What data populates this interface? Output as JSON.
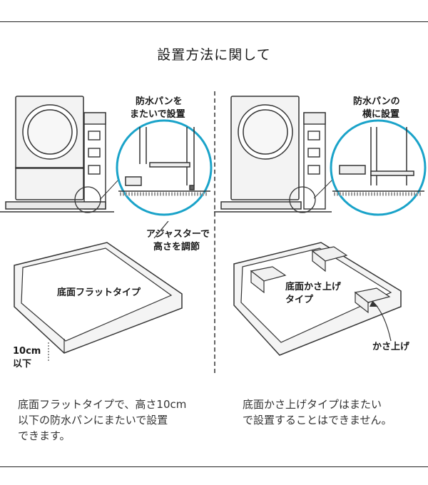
{
  "title": "設置方法に関して",
  "left": {
    "callout": [
      "防水パンを",
      "またいで設置"
    ],
    "adjuster": [
      "アジャスターで",
      "高さを調節"
    ],
    "pan_label": "底面フラットタイプ",
    "height_label": [
      "10cm",
      "以下"
    ],
    "caption": [
      "底面フラットタイプで、高さ10cm",
      "以下の防水パンにまたいで設置",
      "できます。"
    ]
  },
  "right": {
    "callout": [
      "防水パンの",
      "横に設置"
    ],
    "pan_label": [
      "底面かさ上げ",
      "タイプ"
    ],
    "raise_label": "かさ上げ",
    "caption": [
      "底面かさ上げタイプはまたい",
      "で設置することはできません。"
    ]
  },
  "colors": {
    "accent": "#1aa3c9",
    "line": "#333333",
    "fill_light": "#f1f1f1"
  }
}
